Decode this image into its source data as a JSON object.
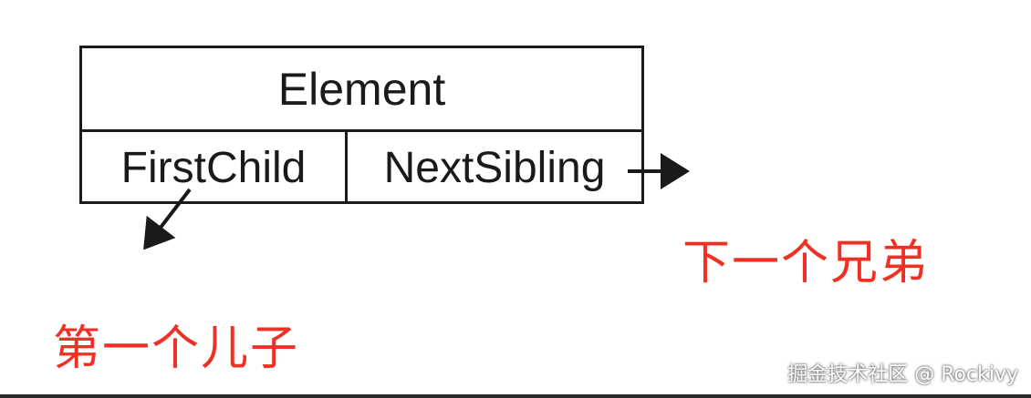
{
  "node": {
    "title": "Element",
    "left_field": "FirstChild",
    "right_field": "NextSibling"
  },
  "labels": {
    "next_sibling": "下一个兄弟",
    "first_child": "第一个儿子"
  },
  "watermark": "掘金技术社区 @ Rockivy",
  "colors": {
    "line": "#1a1a1a",
    "label": "#ee3124",
    "background": "#ffffff"
  }
}
